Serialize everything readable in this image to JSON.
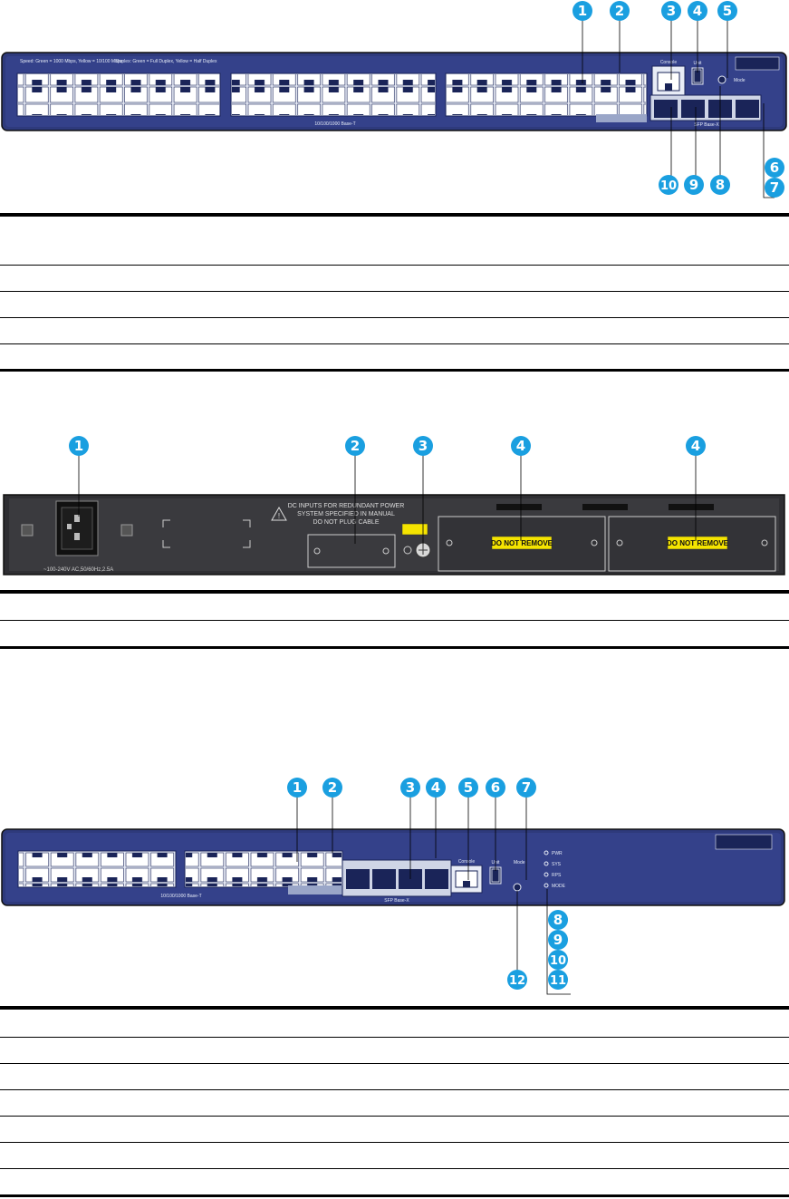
{
  "colors": {
    "front_panel": "#2e3a7c",
    "front_panel_dark": "#1a2458",
    "rear_panel": "#2f2f33",
    "callout": "#1a9fe0",
    "warning_label": "#f5e400"
  },
  "icons": [
    "rj45-port-icon",
    "sfp-port-icon",
    "console-port-icon",
    "power-inlet-icon",
    "grounding-screw-icon",
    "warning-triangle-icon"
  ],
  "figure1": {
    "callouts": [
      "1",
      "2",
      "3",
      "4",
      "5",
      "10",
      "9",
      "8",
      "6",
      "7"
    ],
    "labels": {
      "ports": "10/100/1000 Base-T",
      "sfp": "SFP Base-X",
      "console": "Console",
      "mode_button": "Mode",
      "unit": "Unit",
      "legend_top": "Speed: Green = 1000 Mbps, Yellow = 10/100 Mbps",
      "legend_mid": "Duplex: Green = Full Duplex, Yellow = Half Duplex"
    },
    "table_rows": 5
  },
  "figure2": {
    "callouts": [
      "1",
      "2",
      "3",
      "4",
      "4"
    ],
    "labels": {
      "power_rating": "~100-240V AC,50/60Hz,2.5A",
      "rps_line1": "DC INPUTS FOR REDUNDANT POWER",
      "rps_line2": "SYSTEM SPECIFIED IN MANUAL",
      "rps_line3": "DO NOT PLUG CABLE",
      "do_not_remove_1": "DO NOT REMOVE",
      "do_not_remove_2": "DO NOT REMOVE"
    },
    "table_rows": 2
  },
  "figure3": {
    "callouts": [
      "1",
      "2",
      "3",
      "4",
      "5",
      "6",
      "7",
      "12",
      "8",
      "9",
      "10",
      "11"
    ],
    "labels": {
      "ports": "10/100/1000 Base-T",
      "sfp": "SFP Base-X",
      "console": "Console",
      "unit": "Unit",
      "mode": "Mode",
      "led_pwr": "PWR",
      "led_sys": "SYS",
      "led_rps": "RPS",
      "led_mode": "MODE"
    },
    "table_rows": 7
  }
}
